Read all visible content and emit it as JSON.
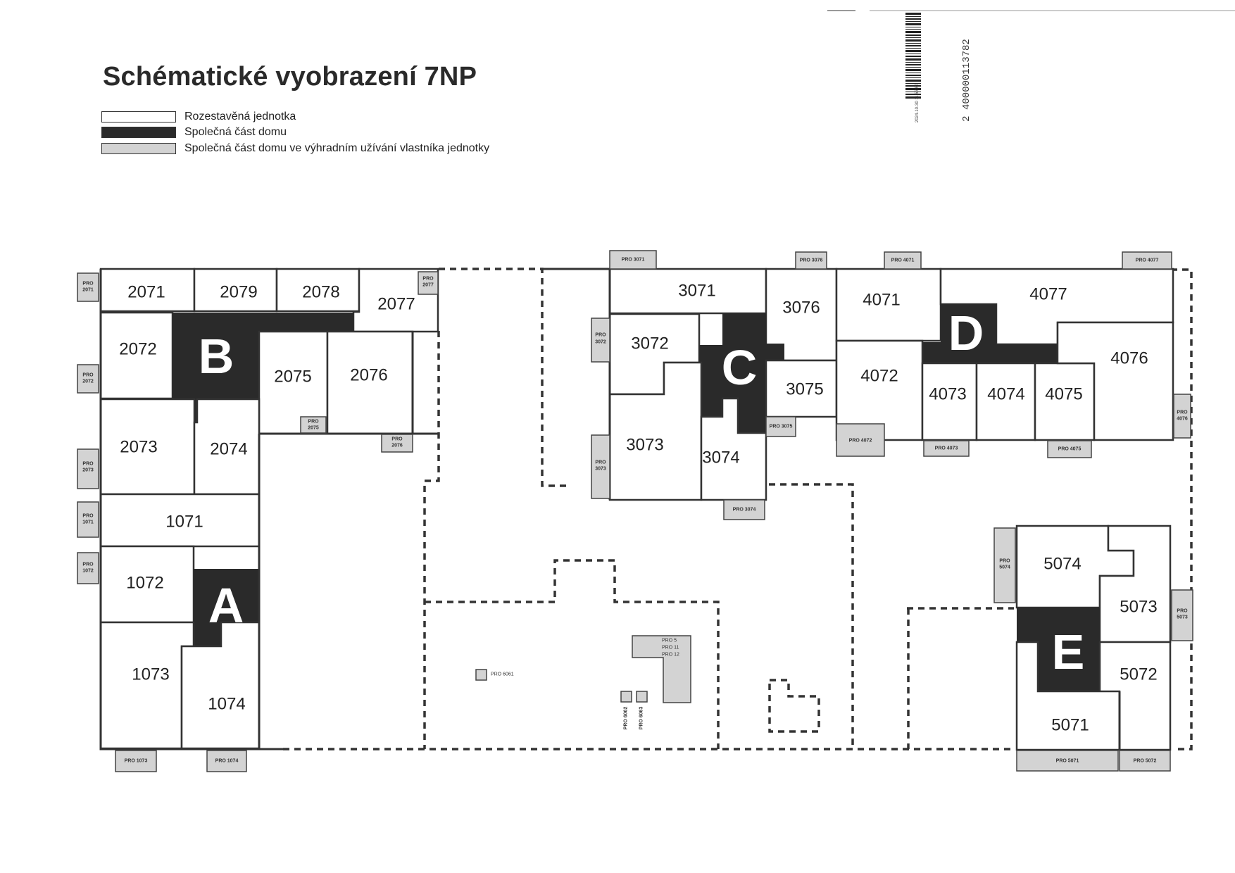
{
  "title": "Schématické vyobrazení 7NP",
  "legend": [
    {
      "label": "Rozestavěná jednotka",
      "fill": "#ffffff"
    },
    {
      "label": "Společná část domu",
      "fill": "#2a2a2a"
    },
    {
      "label": "Společná část domu ve výhradním užívání vlastníka jednotky",
      "fill": "#d3d3d3"
    }
  ],
  "stamp": {
    "code": "2 400000113782",
    "time": "2024-10-30 11:57:57"
  },
  "colors": {
    "unit": "#ffffff",
    "common": "#2a2a2a",
    "exclusive": "#d3d3d3",
    "line": "#333333"
  },
  "sections": [
    "A",
    "B",
    "C",
    "D",
    "E"
  ],
  "units": {
    "u1071": "1071",
    "u1072": "1072",
    "u1073": "1073",
    "u1074": "1074",
    "u2071": "2071",
    "u2072": "2072",
    "u2073": "2073",
    "u2074": "2074",
    "u2075": "2075",
    "u2076": "2076",
    "u2077": "2077",
    "u2078": "2078",
    "u2079": "2079",
    "u3071": "3071",
    "u3072": "3072",
    "u3073": "3073",
    "u3074": "3074",
    "u3075": "3075",
    "u3076": "3076",
    "u4071": "4071",
    "u4072": "4072",
    "u4073": "4073",
    "u4074": "4074",
    "u4075": "4075",
    "u4076": "4076",
    "u4077": "4077",
    "u5071": "5071",
    "u5072": "5072",
    "u5073": "5073",
    "u5074": "5074"
  },
  "pro": {
    "p2071a": "PRO",
    "p2071b": "2071",
    "p2072a": "PRO",
    "p2072b": "2072",
    "p2073a": "PRO",
    "p2073b": "2073",
    "p1071a": "PRO",
    "p1071b": "1071",
    "p1072a": "PRO",
    "p1072b": "1072",
    "p1073": "PRO 1073",
    "p1074": "PRO 1074",
    "p2077a": "PRO",
    "p2077b": "2077",
    "p2075a": "PRO",
    "p2075b": "2075",
    "p2076a": "PRO",
    "p2076b": "2076",
    "p3071": "PRO 3071",
    "p3076top": "PRO 3076",
    "p3072a": "PRO",
    "p3072b": "3072",
    "p3073a": "PRO",
    "p3073b": "3073",
    "p3074": "PRO 3074",
    "p3075": "PRO 3075",
    "p4071": "PRO 4071",
    "p4077": "PRO 4077",
    "p4072": "PRO 4072",
    "p4073": "PRO 4073",
    "p4075": "PRO 4075",
    "p4076a": "PRO",
    "p4076b": "4076",
    "p5074a": "PRO",
    "p5074b": "5074",
    "p5073a": "PRO",
    "p5073b": "5073",
    "p5071": "PRO 5071",
    "p5072": "PRO 5072",
    "p6061": "PRO 6061",
    "p6062": "PRO 6062",
    "p6063": "PRO 6063",
    "p5": "PRO 5",
    "p11": "PRO 11",
    "p12": "PRO 12"
  }
}
